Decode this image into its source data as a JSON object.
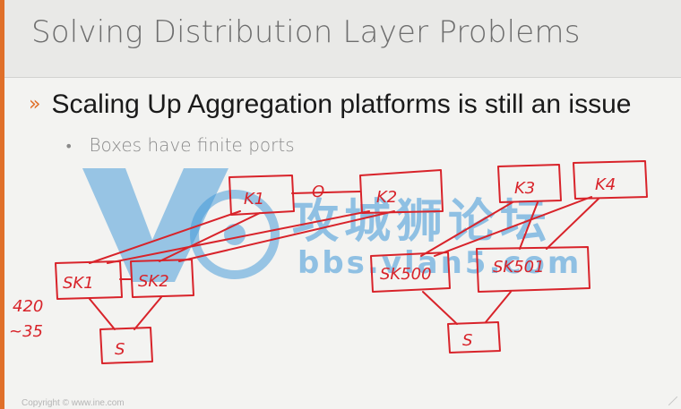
{
  "slide": {
    "title": "Solving Distribution Layer Problems",
    "bullet_glyph": "»",
    "bullet": "Scaling Up Aggregation platforms is still an issue",
    "sub_bullet": "Boxes have finite ports",
    "copyright": "Copyright © www.ine.com"
  },
  "watermark": {
    "chinese": "攻城狮论坛",
    "url": "bbs.vlan5.com"
  },
  "annotations": {
    "k1": "K1",
    "k2": "K2",
    "k3": "K3",
    "k4": "K4",
    "o": "O",
    "sk1": "SK1",
    "sk2": "SK2",
    "sk500": "SK500",
    "sk501": "SK501",
    "s_left": "S",
    "s_right": "S",
    "num1": "420",
    "num2": "~35"
  },
  "colors": {
    "accent": "#e0702a",
    "ink": "#d8232a",
    "watermark": "#3c96d7"
  }
}
